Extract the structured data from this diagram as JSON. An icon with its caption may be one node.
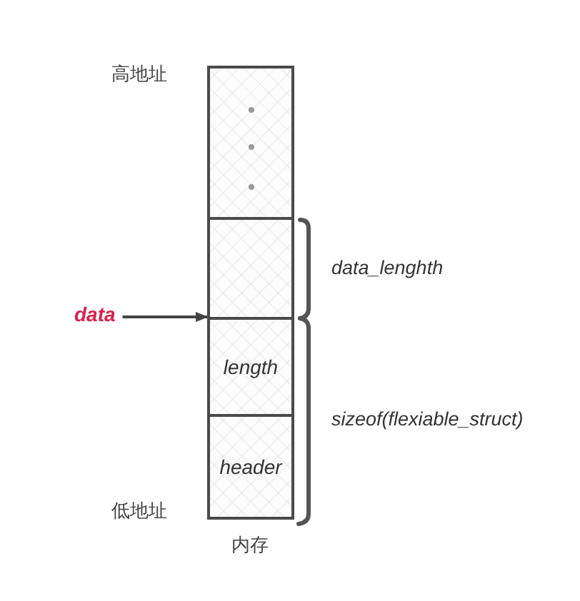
{
  "diagram": {
    "nodes": [
      {
        "text": [],
        "shape": "box"
      },
      {
        "text": [],
        "shape": "box"
      },
      {
        "text": [
          "data"
        ]
      },
      {
        "text": [
          "length"
        ]
      },
      {
        "text": [
          "header"
        ]
      }
    ],
    "edges": [
      {
        "from": 2,
        "to": 1,
        "arrow": "to"
      }
    ],
    "labels": [
      "高地址",
      "data_lenghth",
      "sizeof(flexiable_struct)",
      "低地址",
      "内存"
    ]
  }
}
